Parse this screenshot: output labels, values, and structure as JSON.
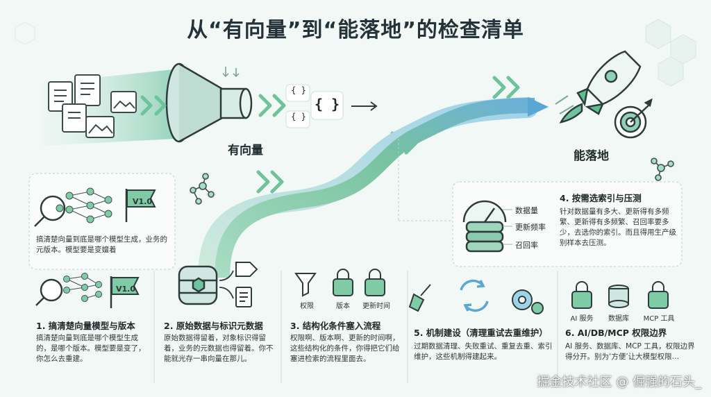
{
  "title": "从“有向量”到“能落地”的检查清单",
  "labels": {
    "vector": "有向量",
    "landing": "能落地",
    "brace_small_1": "{ }",
    "brace_small_2": "{ }",
    "brace_big": "{ }"
  },
  "left_panel": {
    "flag": "V1.0",
    "text": "搞清楚向量到底是哪个模型生成，业务的元版本。模型要是变嬗着"
  },
  "section4": {
    "title": "4. 按需选索引与压测",
    "text": "针对数据量有多大、更新得有多频繁、更新得有多频繁、召回率要多少，去选你的索引。而且得用生产级别样本去压测。",
    "metrics": [
      "数据量",
      "更新频率",
      "召回率"
    ]
  },
  "cards": [
    {
      "title": "1. 搞清楚向量模型与版本",
      "text": "搞清楚向量到底是哪个模型生成的，是哪个版本。模型要是变了，你怎么去重建。",
      "flag": "V1.0"
    },
    {
      "title": "2. 原始数据与标识元数据",
      "text": "原始数据得留着，对象标识得留着，业务的元数据也得留着。你不能就光存一串向量在那儿。"
    },
    {
      "title": "3. 结构化条件塞入流程",
      "text": "权限啊、版本啊、更新的时间啊，这些结构化的条件，你得把它们给塞进检索的流程里面去。",
      "icons": [
        "权限",
        "版本",
        "更新时间"
      ]
    },
    {
      "title": "5. 机制建设（清理重试去重维护）",
      "text": "过期数据清理、失败重试、重复去重、索引维护，这些机制得建起来。"
    },
    {
      "title": "6. AI/DB/MCP 权限边界",
      "text": "AI 服务、数据库、MCP 工具，权限边界得分开。别为‘方便’让大模型权限…",
      "icons": [
        "AI 服务",
        "数据库",
        "MCP 工具"
      ]
    }
  ],
  "watermark": "掘金技术社区 @ 倔强的石头_",
  "colors": {
    "accent_green": "#5cbf8e",
    "accent_blue": "#5aa7d6",
    "dark": "#24323a"
  }
}
